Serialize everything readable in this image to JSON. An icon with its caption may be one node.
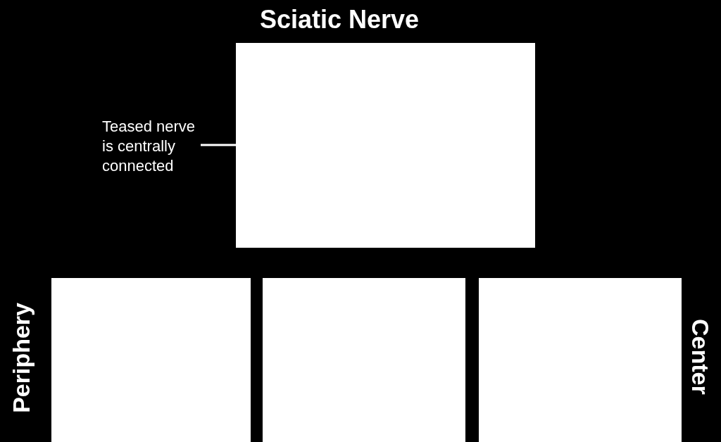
{
  "diagram": {
    "title": "Sciatic Nerve",
    "nodes": [
      {
        "text": [
          "Teased nerve is centrally connected"
        ]
      },
      {
        "text": [],
        "shape": "box"
      },
      {
        "text": [],
        "shape": "box"
      },
      {
        "text": [],
        "shape": "box"
      },
      {
        "text": [],
        "shape": "box"
      }
    ],
    "edges": [
      {
        "from": 0,
        "to": 1,
        "arrow": "none"
      }
    ],
    "labels": [
      "Periphery",
      "Center"
    ]
  }
}
